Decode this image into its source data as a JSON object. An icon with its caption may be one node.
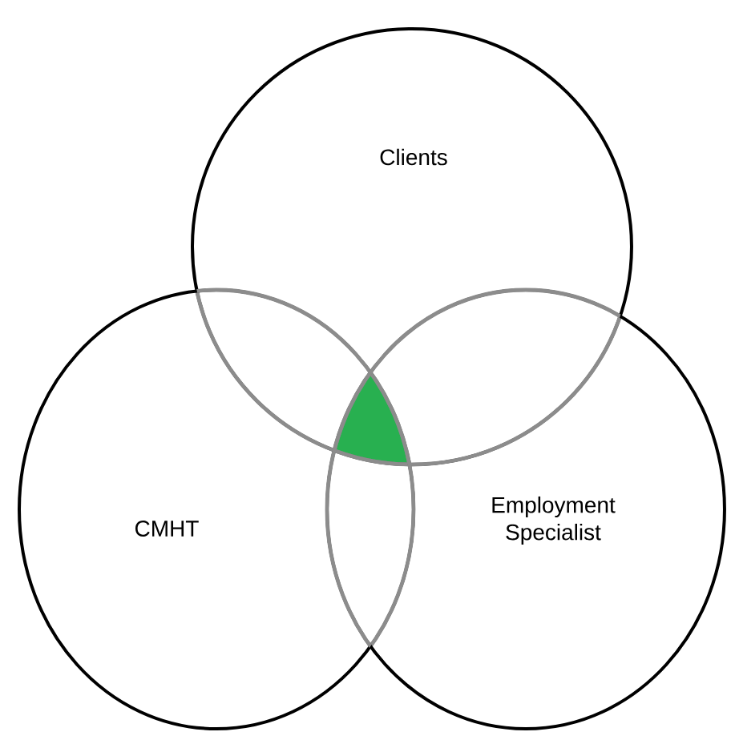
{
  "diagram": {
    "nodes": [
      {
        "text": [
          "Clients"
        ]
      },
      {
        "text": [
          "CMHT"
        ]
      },
      {
        "text": [
          "Employment Specialist"
        ]
      }
    ]
  }
}
